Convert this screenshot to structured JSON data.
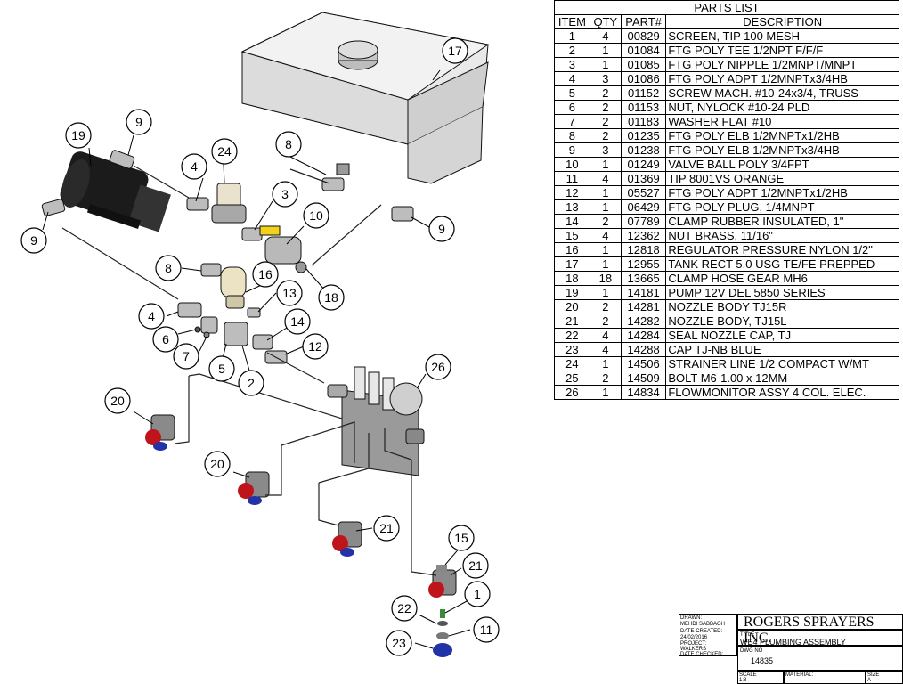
{
  "parts_list": {
    "title": "PARTS LIST",
    "columns": [
      "ITEM",
      "QTY",
      "PART#",
      "DESCRIPTION"
    ],
    "rows": [
      {
        "item": "1",
        "qty": "4",
        "part": "00829",
        "desc": "SCREEN, TIP 100 MESH"
      },
      {
        "item": "2",
        "qty": "1",
        "part": "01084",
        "desc": "FTG POLY TEE 1/2NPT F/F/F"
      },
      {
        "item": "3",
        "qty": "1",
        "part": "01085",
        "desc": "FTG POLY NIPPLE 1/2MNPT/MNPT"
      },
      {
        "item": "4",
        "qty": "3",
        "part": "01086",
        "desc": "FTG POLY ADPT 1/2MNPTx3/4HB"
      },
      {
        "item": "5",
        "qty": "2",
        "part": "01152",
        "desc": "SCREW MACH. #10-24x3/4, TRUSS"
      },
      {
        "item": "6",
        "qty": "2",
        "part": "01153",
        "desc": "NUT, NYLOCK #10-24 PLD"
      },
      {
        "item": "7",
        "qty": "2",
        "part": "01183",
        "desc": "WASHER FLAT #10"
      },
      {
        "item": "8",
        "qty": "2",
        "part": "01235",
        "desc": "FTG POLY ELB 1/2MNPTx1/2HB"
      },
      {
        "item": "9",
        "qty": "3",
        "part": "01238",
        "desc": "FTG POLY ELB 1/2MNPTx3/4HB"
      },
      {
        "item": "10",
        "qty": "1",
        "part": "01249",
        "desc": "VALVE BALL POLY 3/4FPT"
      },
      {
        "item": "11",
        "qty": "4",
        "part": "01369",
        "desc": "TIP 8001VS ORANGE"
      },
      {
        "item": "12",
        "qty": "1",
        "part": "05527",
        "desc": "FTG POLY ADPT 1/2MNPTx1/2HB"
      },
      {
        "item": "13",
        "qty": "1",
        "part": "06429",
        "desc": "FTG POLY PLUG, 1/4MNPT"
      },
      {
        "item": "14",
        "qty": "2",
        "part": "07789",
        "desc": "CLAMP RUBBER INSULATED, 1\""
      },
      {
        "item": "15",
        "qty": "4",
        "part": "12362",
        "desc": "NUT BRASS, 11/16\""
      },
      {
        "item": "16",
        "qty": "1",
        "part": "12818",
        "desc": "REGULATOR PRESSURE NYLON 1/2\""
      },
      {
        "item": "17",
        "qty": "1",
        "part": "12955",
        "desc": "TANK RECT 5.0 USG TE/FE PREPPED"
      },
      {
        "item": "18",
        "qty": "18",
        "part": "13665",
        "desc": "CLAMP HOSE GEAR MH6"
      },
      {
        "item": "19",
        "qty": "1",
        "part": "14181",
        "desc": "PUMP 12V DEL 5850 SERIES"
      },
      {
        "item": "20",
        "qty": "2",
        "part": "14281",
        "desc": "NOZZLE BODY TJ15R"
      },
      {
        "item": "21",
        "qty": "2",
        "part": "14282",
        "desc": "NOZZLE BODY, TJ15L"
      },
      {
        "item": "22",
        "qty": "4",
        "part": "14284",
        "desc": "SEAL NOZZLE CAP, TJ"
      },
      {
        "item": "23",
        "qty": "4",
        "part": "14288",
        "desc": "CAP TJ-NB BLUE"
      },
      {
        "item": "24",
        "qty": "1",
        "part": "14506",
        "desc": "STRAINER LINE 1/2 COMPACT W/MT"
      },
      {
        "item": "25",
        "qty": "2",
        "part": "14509",
        "desc": "BOLT M6-1.00 x 12MM"
      },
      {
        "item": "26",
        "qty": "1",
        "part": "14834",
        "desc": "FLOWMONITOR ASSY 4 COL. ELEC."
      }
    ]
  },
  "callouts": [
    "17",
    "19",
    "9",
    "24",
    "8",
    "4",
    "3",
    "10",
    "9",
    "9",
    "8",
    "16",
    "13",
    "18",
    "4",
    "6",
    "7",
    "5",
    "2",
    "14",
    "12",
    "26",
    "20",
    "20",
    "21",
    "15",
    "21",
    "1",
    "22",
    "11",
    "23"
  ],
  "title_block": {
    "drawn_label": "DRAWN:",
    "drawn_by": "MEHDI SABBAGH",
    "date_created_label": "DATE CREATED:",
    "date_created": "24/02/2016",
    "project_label": "PROJECT:",
    "project": "WALKERS",
    "date_checked_label": "DATE CHECKED:",
    "company": "ROGERS SPRAYERS INC.",
    "title_label": "TITLE",
    "title": "WE4 PLUMBING ASSEMBLY",
    "dwg_label": "DWG NO",
    "dwg_no": "14835",
    "scale_label": "SCALE",
    "scale": "1:8",
    "material_label": "MATERIAL:",
    "size_label": "SIZE",
    "size": "A"
  },
  "colors": {
    "nozzle_red": "#c0141c",
    "cap_blue": "#2233a8",
    "valve_yellow": "#f2d21a",
    "tip_green": "#3a8a3a"
  }
}
